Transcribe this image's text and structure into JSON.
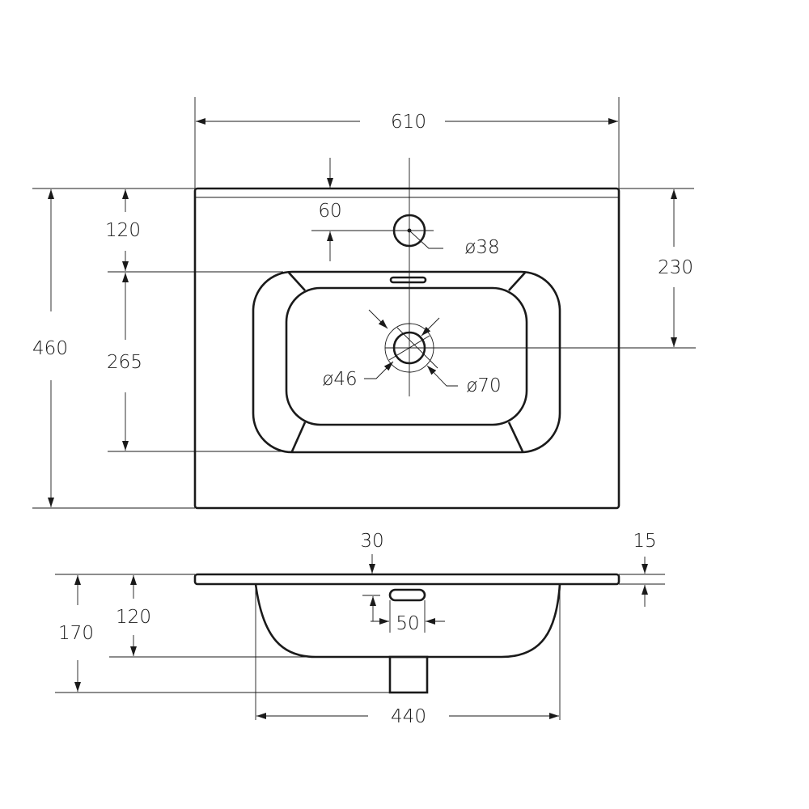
{
  "top_view": {
    "width": "610",
    "depth": "460",
    "tap_offset": "60",
    "front_to_basin": "120",
    "basin_length": "265",
    "back_to_drain": "230",
    "tap_hole_diameter": "ø38",
    "drain_inner_diameter": "ø46",
    "drain_outer_diameter": "ø70"
  },
  "side_view": {
    "overflow_offset": "30",
    "slab_thickness": "15",
    "total_height": "170",
    "bowl_depth": "120",
    "overflow_width": "50",
    "bowl_width": "440"
  },
  "colors": {
    "line": "#1a1a1a",
    "background": "#ffffff"
  }
}
